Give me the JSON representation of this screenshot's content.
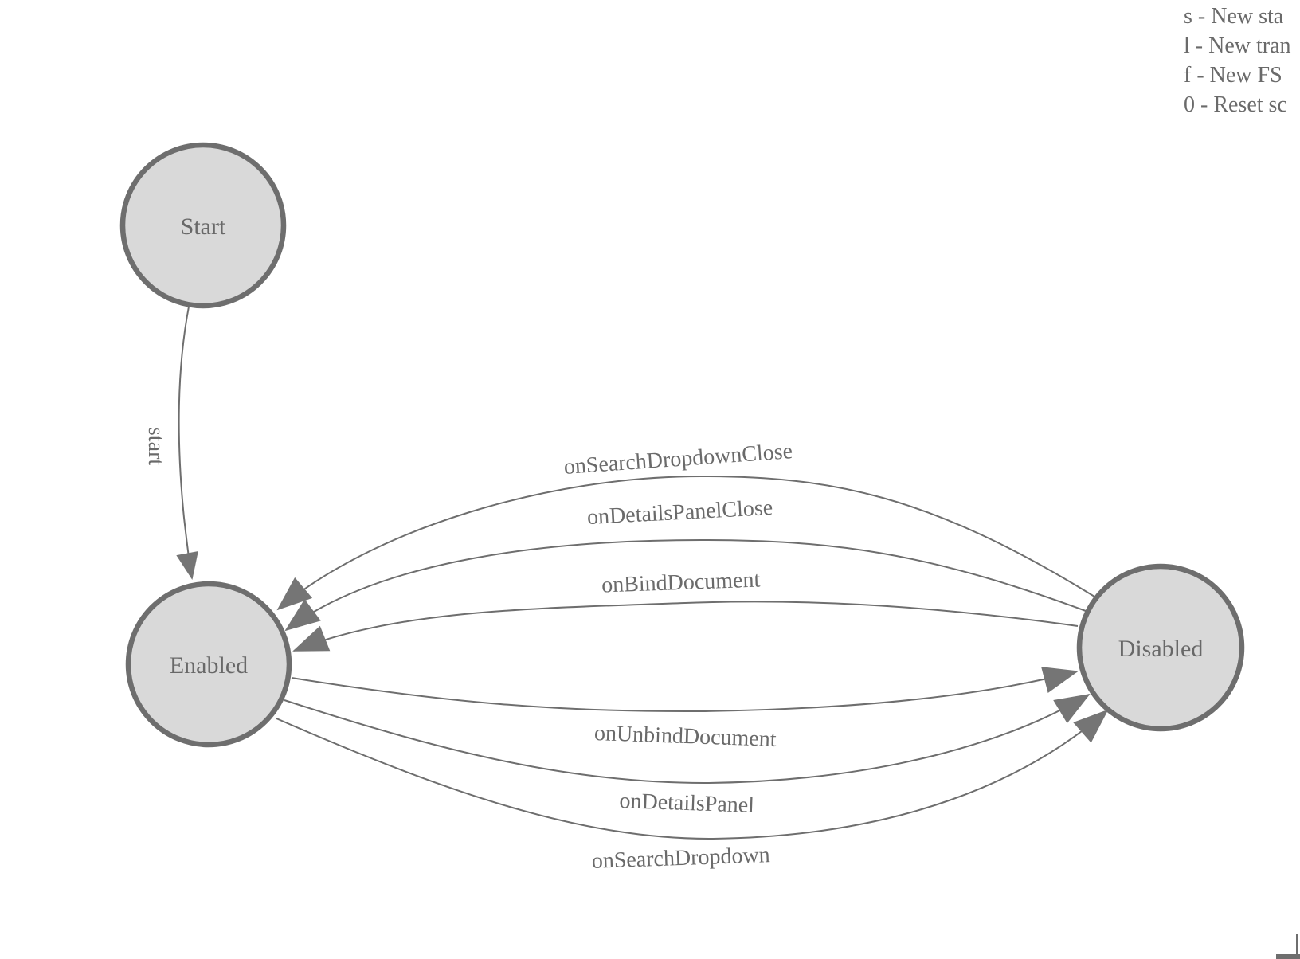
{
  "legend": {
    "lines": [
      "s - New sta",
      "l - New tran",
      "f - New FS",
      "0 - Reset sc"
    ]
  },
  "states": [
    {
      "label": "Start"
    },
    {
      "label": "Enabled"
    },
    {
      "label": "Disabled"
    }
  ],
  "transitions": [
    {
      "label": "start",
      "from": "Start",
      "to": "Enabled"
    },
    {
      "label": "onSearchDropdownClose",
      "from": "Disabled",
      "to": "Enabled"
    },
    {
      "label": "onDetailsPanelClose",
      "from": "Disabled",
      "to": "Enabled"
    },
    {
      "label": "onBindDocument",
      "from": "Disabled",
      "to": "Enabled"
    },
    {
      "label": "onUnbindDocument",
      "from": "Enabled",
      "to": "Disabled"
    },
    {
      "label": "onDetailsPanel",
      "from": "Enabled",
      "to": "Disabled"
    },
    {
      "label": "onSearchDropdown",
      "from": "Enabled",
      "to": "Disabled"
    }
  ],
  "colors": {
    "background": "#ffffff",
    "state_fill": "#d9d9d9",
    "state_stroke": "#6e6e6e",
    "edge_stroke": "#6e6e6e",
    "arrow_fill": "#757575",
    "text": "#6a6a6a"
  }
}
